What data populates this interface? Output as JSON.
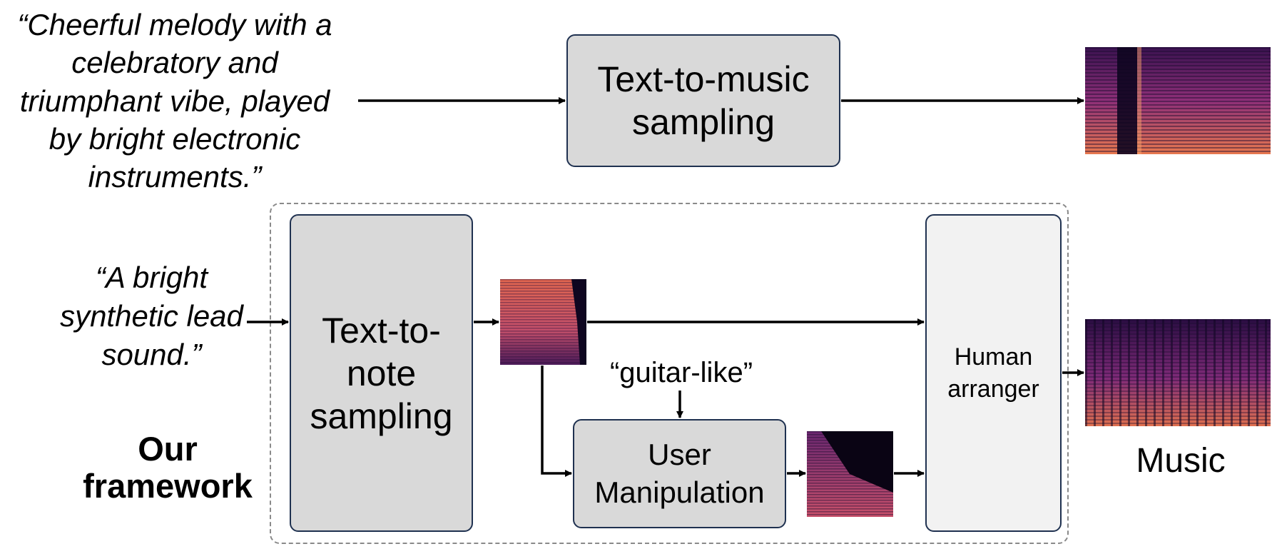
{
  "top_row": {
    "prompt": "“Cheerful melody with a celebratory and triumphant vibe, played by bright electronic instruments.”",
    "process": "Text-to-music sampling"
  },
  "framework": {
    "prompt": "“A bright synthetic lead sound.”",
    "note_sampling": "Text-to-note sampling",
    "user_instruction": "“guitar-like”",
    "user_manipulation": "User Manipulation",
    "arranger": "Human arranger",
    "label": "Our framework"
  },
  "output_label": "Music",
  "colors": {
    "box_fill": "#d9d9d9",
    "arranger_fill": "#f2f2f2",
    "box_border": "#1f3150",
    "dashed_frame": "#8a8a8a",
    "spectrogram_dark": "#1a0a2e",
    "spectrogram_mid": "#7a2a7a",
    "spectrogram_bright": "#f08a5a"
  },
  "icons": [
    "spectrogram-image",
    "arrow-right",
    "arrow-down"
  ]
}
